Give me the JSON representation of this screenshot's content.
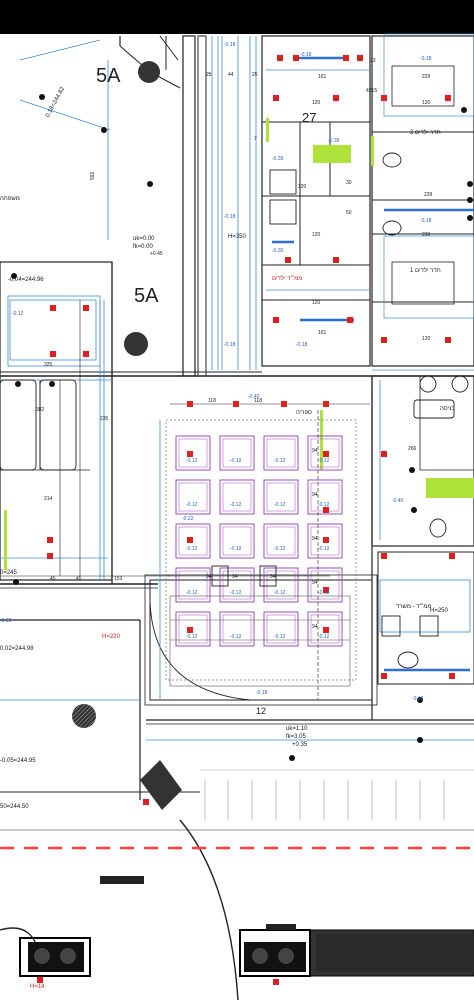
{
  "top_bar": {
    "color": "#000000"
  },
  "colors": {
    "wall": "#222222",
    "blue_line": "#3a8fd0",
    "pipe_blue": "#2b6fd6",
    "fixture_red": "#e02020",
    "grid_purple": "#9b4dbf",
    "lime": "#aee23a",
    "dash_red": "#ff3b3b"
  },
  "labels": {
    "zone_5a_top": "5A",
    "zone_5a_mid": "5A",
    "h350": "H=350",
    "h250": "H=250",
    "h220": "H=220",
    "num_27": "27",
    "num_12": "12",
    "room_bed2": "חדר ילדים 2",
    "room_bed1": "חדר ילדים 1",
    "room_kids": "ממ״ד ילדים",
    "room_office": "ממ״ד - משרד",
    "room_library": "ספריה",
    "room_entrance": "כניסה",
    "room_family": "משפחה",
    "level_1": "uk=0.00",
    "level_1b": "fk=0.00",
    "level_2": "uk=1.10",
    "level_2b": "fk=3.05",
    "level_3": "+0.35",
    "elev_1": "-0.04=244.96",
    "elev_2": "0=245",
    "elev_3": "0.02=244.98",
    "elev_4": "-0.05=244.95",
    "elev_5": "50=244.50",
    "elev_6": "0.18=244.82",
    "elev_7": "+0.45",
    "minus_018": "-0.18",
    "minus_012": "-0.12",
    "minus_035": "-0.35",
    "minus_040": "-0.40",
    "minus_022": "-0.22",
    "minus_030": "-0.30",
    "dim_161": "161",
    "dim_229": "229",
    "dim_120": "120",
    "dim_230": "230",
    "dim_239": "239",
    "dim_382": "382",
    "dim_325": "325",
    "dim_214": "214",
    "dim_235": "235",
    "dim_153": "153",
    "dim_94": "94",
    "dim_118": "118",
    "dim_266": "266",
    "dim_45": "45",
    "dim_25": "25",
    "dim_44": "44",
    "dim_30": "30",
    "dim_50": "50",
    "dim_4215": "4215",
    "dim_7": "7",
    "dim_73": "73",
    "dim_592": "592",
    "h14": "H=14"
  }
}
